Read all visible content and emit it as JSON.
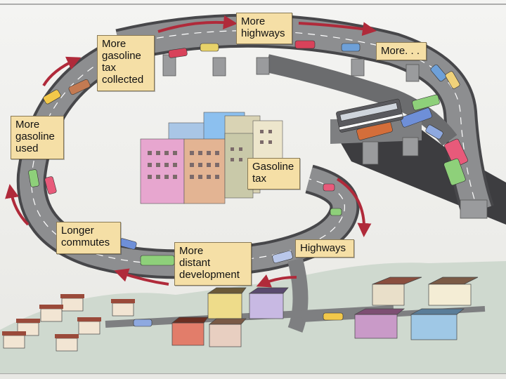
{
  "labels": {
    "more_highways": [
      "More",
      "highways"
    ],
    "more_ellipsis": [
      "More. . ."
    ],
    "more_gas_tax": [
      "More",
      "gasoline",
      "tax",
      "collected"
    ],
    "more_gas_used": [
      "More",
      "gasoline",
      "used"
    ],
    "gasoline_tax": [
      "Gasoline",
      "tax"
    ],
    "longer_commutes": [
      "Longer",
      "commutes"
    ],
    "more_distant_dev": [
      "More",
      "distant",
      "development"
    ],
    "highways": [
      "Highways"
    ]
  },
  "colors": {
    "label_bg": "#f5dfa6",
    "arrow": "#b02a3a",
    "road": "#59595b",
    "road_top": "#8d8e90",
    "lane_line": "#ffffff",
    "ground": "#cfd9cf"
  },
  "icons": [
    "arrow-icon",
    "car-icon",
    "bus-icon",
    "building-icon",
    "house-icon"
  ]
}
